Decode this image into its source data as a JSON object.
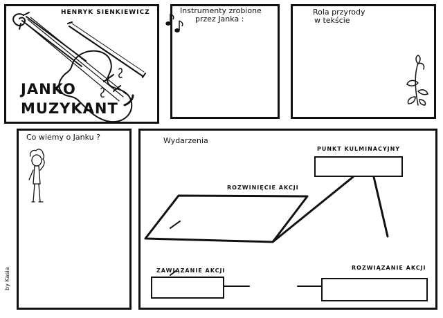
{
  "header": {
    "author": "HENRYK SIENKIEWICZ",
    "title_line1": "JANKO",
    "title_line2": "MUZYKANT"
  },
  "panels": {
    "instruments": {
      "line1": "Instrumenty zrobione",
      "line2": "przez Janka :"
    },
    "nature": {
      "line1": "Rola przyrody",
      "line2": "w tekście"
    },
    "about": {
      "label": "Co wiemy o Janku ?"
    },
    "events": {
      "label": "Wydarzenia",
      "climax": "PUNKT KULMINACYJNY",
      "development": "ROZWINIĘCIE AKCJI",
      "exposition": "ZAWIĄZANIE AKCJI",
      "resolution": "ROZWIĄZANIE AKCJI"
    }
  },
  "signature": "by Kasia"
}
